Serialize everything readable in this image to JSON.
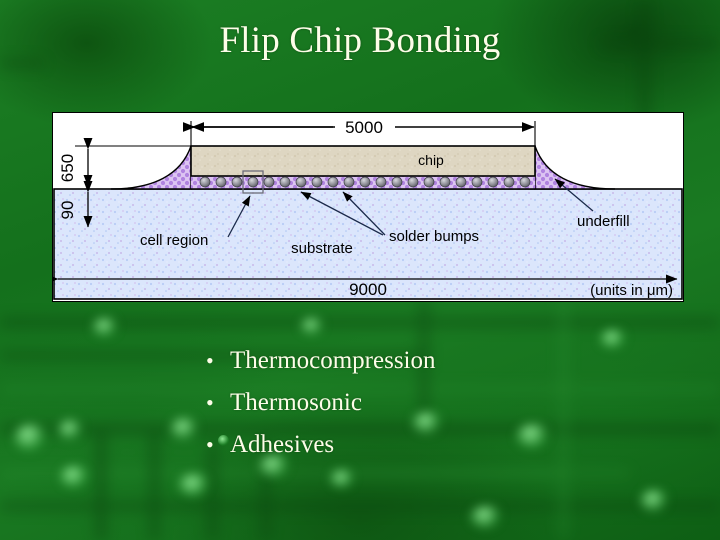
{
  "slide": {
    "title": "Flip Chip Bonding",
    "background_color": "#1a7a22",
    "title_color": "#fdfde8"
  },
  "diagram": {
    "name": "flip-chip-cross-section",
    "background_color": "#ffffff",
    "labels": {
      "chip": "chip",
      "underfill": "underfill",
      "solder_bumps": "solder bumps",
      "substrate": "substrate",
      "cell_region": "cell region",
      "units_note": "(units in μm)"
    },
    "dimensions": {
      "chip_width": "5000",
      "chip_height": "650",
      "substrate_height": "90",
      "substrate_width": "9000"
    },
    "colors": {
      "chip_fill": "#ded5c0",
      "underfill_fill": "#cba8e8",
      "substrate_fill": "#d8e4fb",
      "bump_fill": "#8f8f96",
      "outline": "#000000"
    }
  },
  "bullets": {
    "marker": "•",
    "items": [
      {
        "label": "Thermocompression"
      },
      {
        "label": "Thermosonic"
      },
      {
        "label": "Adhesives"
      }
    ]
  }
}
